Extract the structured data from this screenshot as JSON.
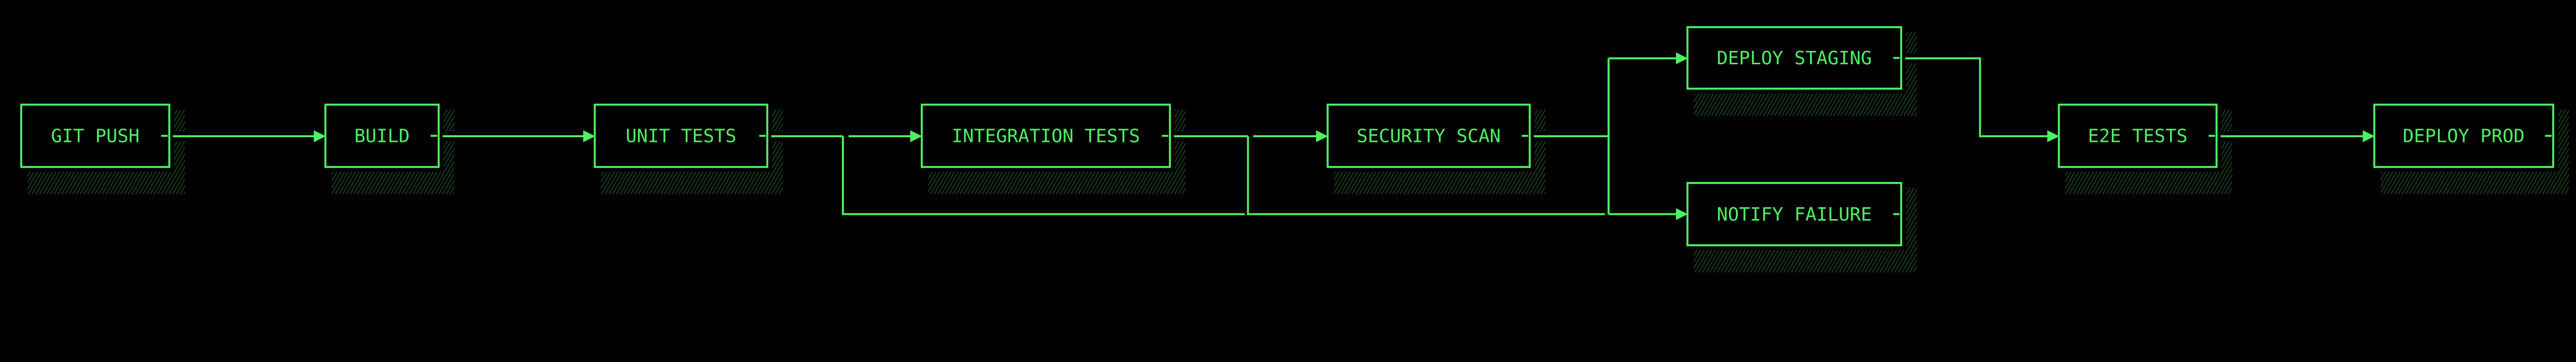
{
  "diagram": {
    "colors": {
      "accent": "#4ff062",
      "background": "#000000"
    },
    "nodes": [
      {
        "id": "git-push",
        "label": "GIT PUSH"
      },
      {
        "id": "build",
        "label": "BUILD"
      },
      {
        "id": "unit-tests",
        "label": "UNIT TESTS"
      },
      {
        "id": "integration-tests",
        "label": "INTEGRATION TESTS"
      },
      {
        "id": "security-scan",
        "label": "SECURITY SCAN"
      },
      {
        "id": "deploy-staging",
        "label": "DEPLOY STAGING"
      },
      {
        "id": "notify-failure",
        "label": "NOTIFY FAILURE"
      },
      {
        "id": "e2e-tests",
        "label": "E2E TESTS"
      },
      {
        "id": "deploy-prod",
        "label": "DEPLOY PROD"
      }
    ],
    "edges": [
      {
        "from": "git-push",
        "to": "build"
      },
      {
        "from": "build",
        "to": "unit-tests"
      },
      {
        "from": "unit-tests",
        "to": "integration-tests"
      },
      {
        "from": "unit-tests",
        "to": "notify-failure"
      },
      {
        "from": "integration-tests",
        "to": "security-scan"
      },
      {
        "from": "integration-tests",
        "to": "notify-failure"
      },
      {
        "from": "security-scan",
        "to": "deploy-staging"
      },
      {
        "from": "security-scan",
        "to": "notify-failure"
      },
      {
        "from": "deploy-staging",
        "to": "e2e-tests"
      },
      {
        "from": "e2e-tests",
        "to": "deploy-prod"
      }
    ]
  }
}
